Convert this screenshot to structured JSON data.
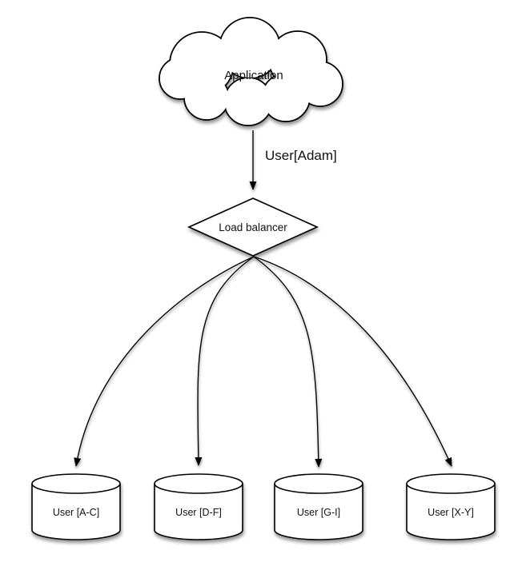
{
  "canvas": {
    "background": "#ffffff",
    "stroke_color": "#000000",
    "shape_fill": "#ffffff",
    "text_color": "#111111"
  },
  "nodes": {
    "application": {
      "label": "Application",
      "shape": "cloud"
    },
    "load_balancer": {
      "label": "Load balancer",
      "shape": "diamond"
    },
    "databases": [
      {
        "label": "User [A-C]",
        "shape": "cylinder"
      },
      {
        "label": "User [D-F]",
        "shape": "cylinder"
      },
      {
        "label": "User [G-I]",
        "shape": "cylinder"
      },
      {
        "label": "User [X-Y]",
        "shape": "cylinder"
      }
    ]
  },
  "edges": {
    "app_to_lb": {
      "label": "User[Adam]",
      "from": "application",
      "to": "load_balancer"
    },
    "lb_to_databases": [
      {
        "from": "load_balancer",
        "to": "User [A-C]"
      },
      {
        "from": "load_balancer",
        "to": "User [D-F]"
      },
      {
        "from": "load_balancer",
        "to": "User [G-I]"
      },
      {
        "from": "load_balancer",
        "to": "User [X-Y]"
      }
    ]
  }
}
